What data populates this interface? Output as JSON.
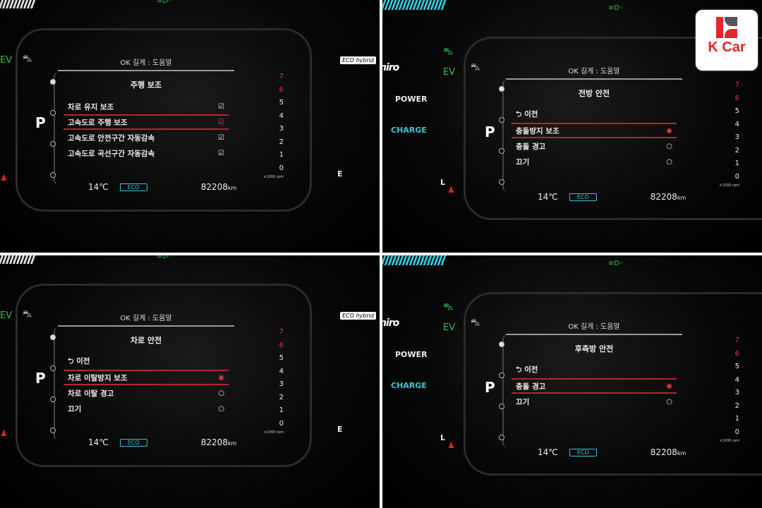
{
  "logo": {
    "text": "K Car",
    "color": "#e3262b"
  },
  "common": {
    "header": "OK 길게 : 도움말",
    "gear": "P",
    "temp": "14℃",
    "mode": "ECO",
    "odometer": "82208",
    "odometer_unit": "km",
    "rpm_ticks": [
      "7",
      "6",
      "5",
      "4",
      "3",
      "2",
      "1",
      "0"
    ],
    "rpm_unit": "×1000 rpm",
    "ev_label": "EV",
    "power_label": "POWER",
    "charge_label": "CHARGE",
    "brand_script": "niro",
    "eco_hybrid": "ECO hybrid",
    "fuel_e": "E",
    "battery_l": "L",
    "accent_red": "#b3262a",
    "accent_cyan": "#39c5d8"
  },
  "panels": [
    {
      "variant": "left",
      "title": "주행 보조",
      "items": [
        {
          "label": "차로 유지 보조",
          "control": "☑",
          "selected": false
        },
        {
          "label": "고속도로 주행 보조",
          "control": "☑",
          "selected": true
        },
        {
          "label": "고속도로 안전구간 자동감속",
          "control": "☑",
          "selected": false
        },
        {
          "label": "고속도로 곡선구간 자동감속",
          "control": "☑",
          "selected": false
        }
      ]
    },
    {
      "variant": "right",
      "title": "전방 안전",
      "items": [
        {
          "label": "⮌ 이전",
          "control": "",
          "selected": false
        },
        {
          "label": "충돌방지 보조",
          "control": "◉",
          "selected": true
        },
        {
          "label": "충돌 경고",
          "control": "○",
          "selected": false
        },
        {
          "label": "끄기",
          "control": "○",
          "selected": false
        }
      ]
    },
    {
      "variant": "left",
      "title": "차로 안전",
      "items": [
        {
          "label": "⮌ 이전",
          "control": "",
          "selected": false
        },
        {
          "label": "차로 이탈방지 보조",
          "control": "◉",
          "selected": true
        },
        {
          "label": "차로 이탈 경고",
          "control": "○",
          "selected": false
        },
        {
          "label": "끄기",
          "control": "○",
          "selected": false
        }
      ]
    },
    {
      "variant": "right",
      "title": "후측방 안전",
      "items": [
        {
          "label": "⮌ 이전",
          "control": "",
          "selected": false
        },
        {
          "label": "충돌 경고",
          "control": "◉",
          "selected": true
        },
        {
          "label": "끄기",
          "control": "○",
          "selected": false
        }
      ]
    }
  ]
}
